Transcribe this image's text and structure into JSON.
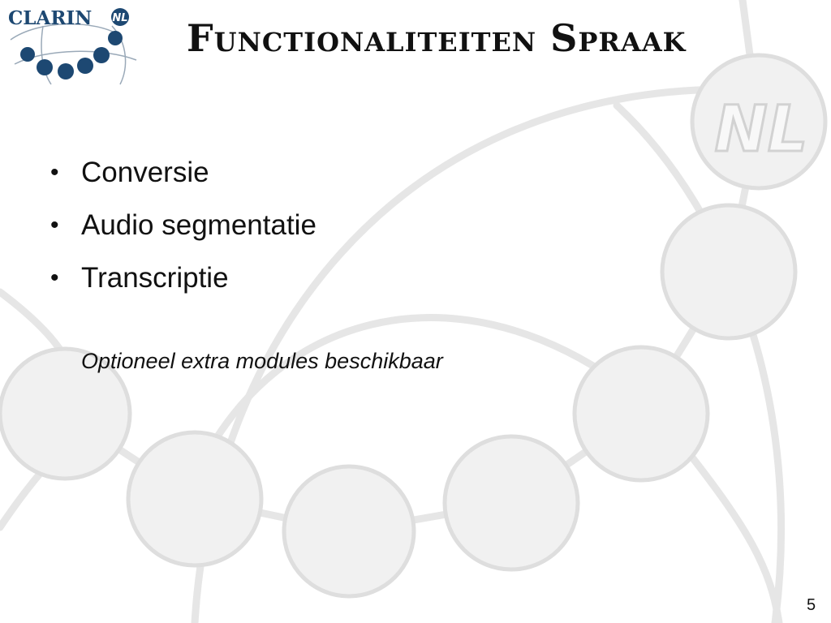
{
  "slide": {
    "logo": {
      "text": "CLARIN",
      "badge": "NL",
      "brand_color": "#1d4872"
    },
    "watermark_badge": "NL",
    "title": "Functionaliteiten Spraak",
    "bullets": [
      {
        "label": "Conversie"
      },
      {
        "label": "Audio segmentatie"
      },
      {
        "label": "Transcriptie"
      }
    ],
    "bullet_glyph": "•",
    "note": "Optioneel extra modules beschikbaar",
    "page_number": "5"
  }
}
